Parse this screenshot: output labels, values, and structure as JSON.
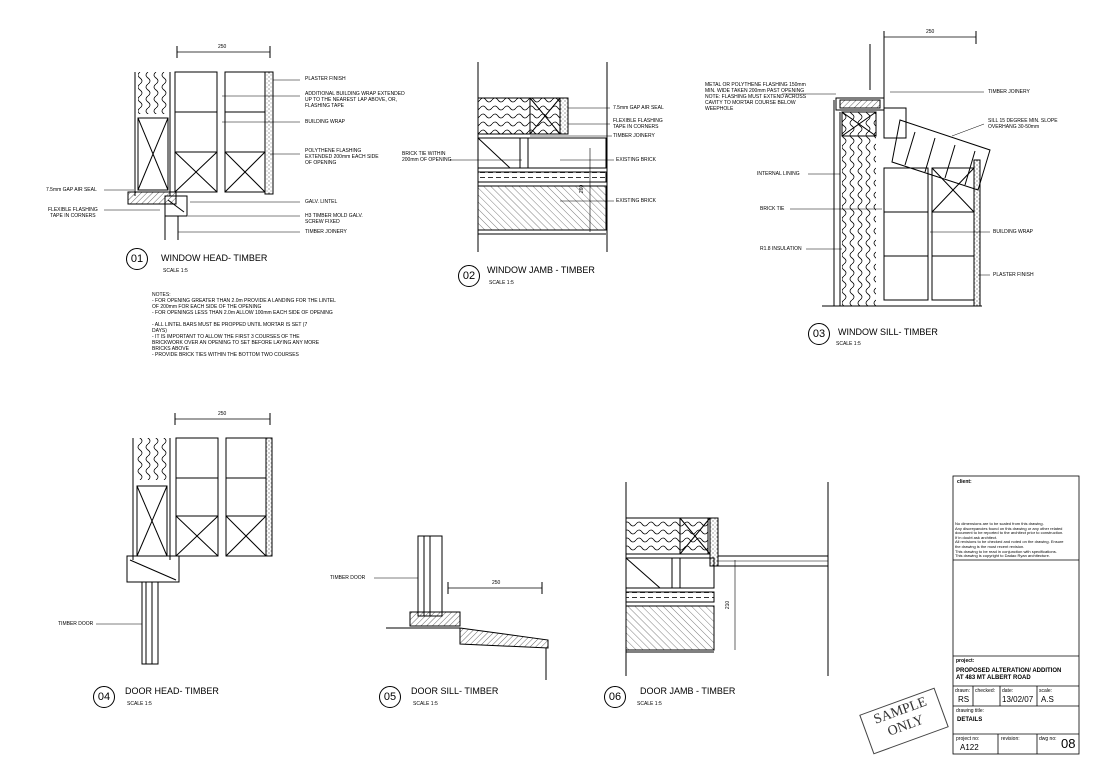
{
  "details": {
    "d01": {
      "number": "01",
      "title": "WINDOW HEAD- TIMBER",
      "scale": "SCALE 1:5",
      "dim": "250",
      "labels": [
        "PLASTER FINISH",
        "ADDITIONAL BUILDING WRAP EXTENDED\nUP TO THE NEAREST LAP ABOVE, OR,\nFLASHING TAPE",
        "BUILDING WRAP",
        "POLYTHENE FLASHING\nEXTENDED 200mm EACH SIDE\nOF OPENING",
        "7.5mm GAP AIR SEAL",
        "FLEXIBLE FLASHING\nTAPE IN CORNERS",
        "GALV. LINTEL",
        "H3 TIMBER MOLD GALV.\nSCREW FIXED",
        "TIMBER JOINERY"
      ]
    },
    "d02": {
      "number": "02",
      "title": "WINDOW JAMB - TIMBER",
      "scale": "SCALE 1:5",
      "dim": "260",
      "labels": [
        "7.5mm GAP AIR SEAL",
        "FLEXIBLE FLASHING\nTAPE IN CORNERS",
        "TIMBER JOINERY",
        "BRICK TIE WITHIN\n200mm OF OPENING",
        "EXISTING BRICK",
        "EXISTING BRICK"
      ]
    },
    "d03": {
      "number": "03",
      "title": "WINDOW SILL- TIMBER",
      "scale": "SCALE 1:5",
      "dim": "250",
      "labels": [
        "METAL OR POLYTHENE FLASHING 150mm\nMIN. WIDE TAKEN 200mm PAST OPENING\nNOTE: FLASHING MUST EXTEND ACROSS\nCAVITY TO MORTAR COURSE BELOW\nWEEPHOLE",
        "TIMBER JOINERY",
        "SILL 15 DEGREE MIN. SLOPE\nOVERHANG 30-50mm",
        "INTERNAL LINING",
        "BRICK TIE",
        "R1.8 INSULATION",
        "BUILDING WRAP",
        "PLASTER FINISH"
      ]
    },
    "d04": {
      "number": "04",
      "title": "DOOR HEAD- TIMBER",
      "scale": "SCALE 1:5",
      "dim": "250",
      "labels": [
        "TIMBER DOOR"
      ]
    },
    "d05": {
      "number": "05",
      "title": "DOOR SILL- TIMBER",
      "scale": "SCALE 1:5",
      "dim": "250",
      "labels": [
        "TIMBER DOOR"
      ]
    },
    "d06": {
      "number": "06",
      "title": "DOOR JAMB - TIMBER",
      "scale": "SCALE 1:5",
      "dim": "210",
      "labels": []
    }
  },
  "notes": {
    "heading": "NOTES:",
    "lines": [
      "- FOR OPENING GREATER THAN 2.0m PROVIDE A LANDING FOR THE LINTEL\n  OF 200mm FOR EACH SIDE OF THE OPENING",
      "- FOR OPENINGS LESS THAN 2.0m ALLOW 100mm EACH SIDE OF OPENING",
      "",
      "- ALL LINTEL BARS MUST BE PROPPED UNTIL MORTAR IS SET (7\n  DAYS)",
      "- IT IS IMPORTANT TO ALLOW THE FIRST 3 COURSES OF THE\n  BRICKWORK OVER AN OPENING TO SET BEFORE LAYING ANY MORE\n  BRICKS ABOVE",
      "- PROVIDE BRICK TIES WITHIN THE BOTTOM TWO COURSES"
    ]
  },
  "title_block": {
    "client_label": "client:",
    "disclaimer": "No dimensions are to be scaled from this drawing.\nAny discrepancies found on this drawing or any other related\ndocument to be reported to the architect prior to construction.\nIf in doubt ask architect.\nAll revisions to be checked and noted on the drawing. Ensure\nthe drawing is the most recent revision.\nThis drawing to be read in conjunction with specifications.\nThis drawing is copyright to Dadao Ryan architecture.",
    "project_label": "project:",
    "project": "PROPOSED ALTERATION/ ADDITION\nAT 483 MT ALBERT ROAD",
    "drawn_label": "drawn:",
    "drawn": "RS",
    "checked_label": "checked:",
    "checked": "",
    "date_label": "date:",
    "date": "13/02/07",
    "scale_label": "scale:",
    "scale": "A.S",
    "drawing_title_label": "drawing title:",
    "drawing_title": "DETAILS",
    "project_no_label": "project no:",
    "project_no": "A122",
    "revision_label": "revision:",
    "revision": "",
    "dwg_no_label": "dwg no:",
    "dwg_no": "08"
  },
  "stamp": "SAMPLE\nONLY"
}
